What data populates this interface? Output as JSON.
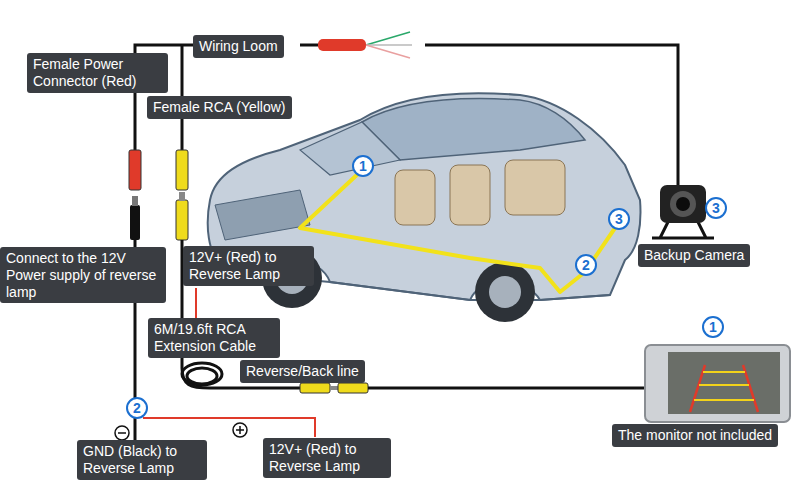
{
  "diagram": {
    "nodes": [
      {
        "text": [
          "Wiring Loom"
        ]
      },
      {
        "text": [
          "Female Power Connector (Red)"
        ]
      },
      {
        "text": [
          "Female RCA (Yellow)"
        ]
      },
      {
        "text": [
          "Connect to the 12V Power supply of reverse lamp"
        ]
      },
      {
        "text": [
          "12V+ (Red) to Reverse Lamp"
        ]
      },
      {
        "text": [
          "Backup Camera"
        ]
      },
      {
        "text": [
          "6M/19.6ft RCA Extension Cable"
        ]
      },
      {
        "text": [
          "Reverse/Back line"
        ]
      },
      {
        "text": [
          "The monitor not included"
        ]
      },
      {
        "text": [
          "GND (Black) to Reverse Lamp"
        ]
      },
      {
        "text": [
          "12V+ (Red) to Reverse Lamp"
        ]
      }
    ],
    "labels": [
      "1",
      "3",
      "2",
      "3",
      "2",
      "1"
    ]
  }
}
